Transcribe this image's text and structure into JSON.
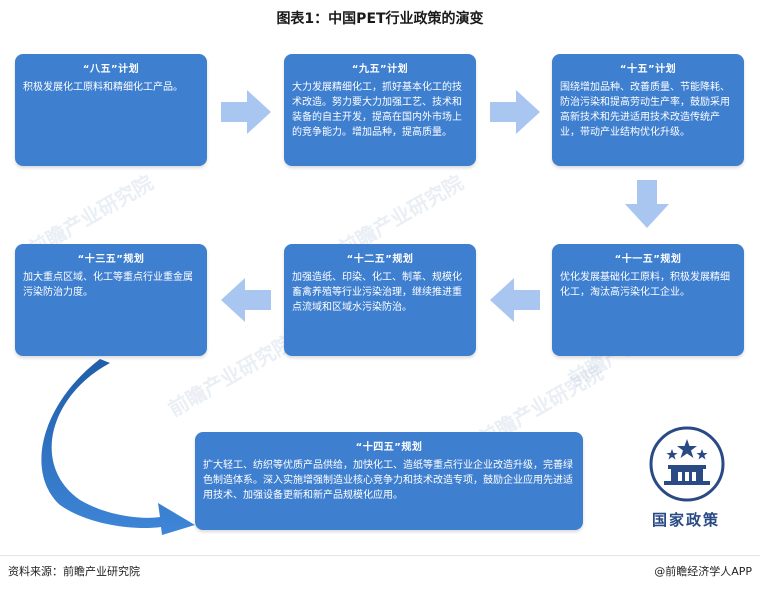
{
  "title": "图表1：中国PET行业政策的演变",
  "watermark": "前瞻产业研究院",
  "cards": [
    {
      "head": "“八五”计划",
      "body": "积极发展化工原料和精细化工产品。"
    },
    {
      "head": "“九五”计划",
      "body": "大力发展精细化工，抓好基本化工的技术改造。努力要大力加强工艺、技术和装备的自主开发，提高在国内外市场上的竞争能力。增加品种，提高质量。"
    },
    {
      "head": "“十五”计划",
      "body": "围绕增加品种、改善质量、节能降耗、防治污染和提高劳动生产率，鼓励采用高新技术和先进适用技术改造传统产业，带动产业结构优化升级。"
    },
    {
      "head": "“十一五”规划",
      "body": "优化发展基础化工原料，积极发展精细化工，淘汰高污染化工企业。"
    },
    {
      "head": "“十二五”规划",
      "body": "加强造纸、印染、化工、制革、规模化畜禽养殖等行业污染治理，继续推进重点流域和区域水污染防治。"
    },
    {
      "head": "“十三五”规划",
      "body": "加大重点区域、化工等重点行业重金属污染防治力度。"
    },
    {
      "head": "“十四五”规划",
      "body": "扩大轻工、纺织等优质产品供给，加快化工、造纸等重点行业企业改造升级，完善绿色制造体系。深入实施增强制造业核心竞争力和技术改造专项，鼓励企业应用先进适用技术、加强设备更新和新产品规模化应用。"
    }
  ],
  "emblem_label": "国家政策",
  "source": "资料来源：前瞻产业研究院",
  "credit": "@前瞻经济学人APP",
  "colors": {
    "card": "#3f7fd0",
    "arrow": "#a9c6f0",
    "curve": "#2f6fc3"
  }
}
